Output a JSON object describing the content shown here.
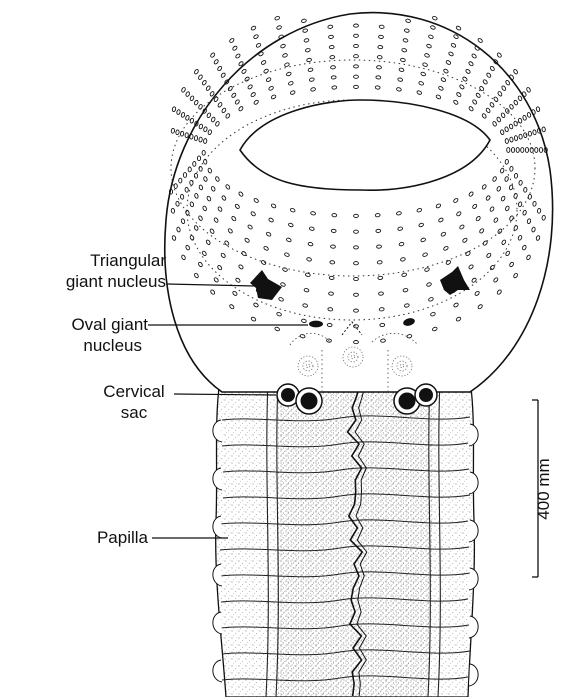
{
  "labels": {
    "triangular_line1": "Triangular",
    "triangular_line2": "giant nucleus",
    "oval_line1": "Oval giant",
    "oval_line2": "nucleus",
    "cervical_line1": "Cervical",
    "cervical_line2": "sac",
    "papilla": "Papilla"
  },
  "scale_bar": {
    "label": "400 mm"
  },
  "colors": {
    "ink": "#111111",
    "stipple": "#8a8a8a",
    "background": "#ffffff"
  }
}
